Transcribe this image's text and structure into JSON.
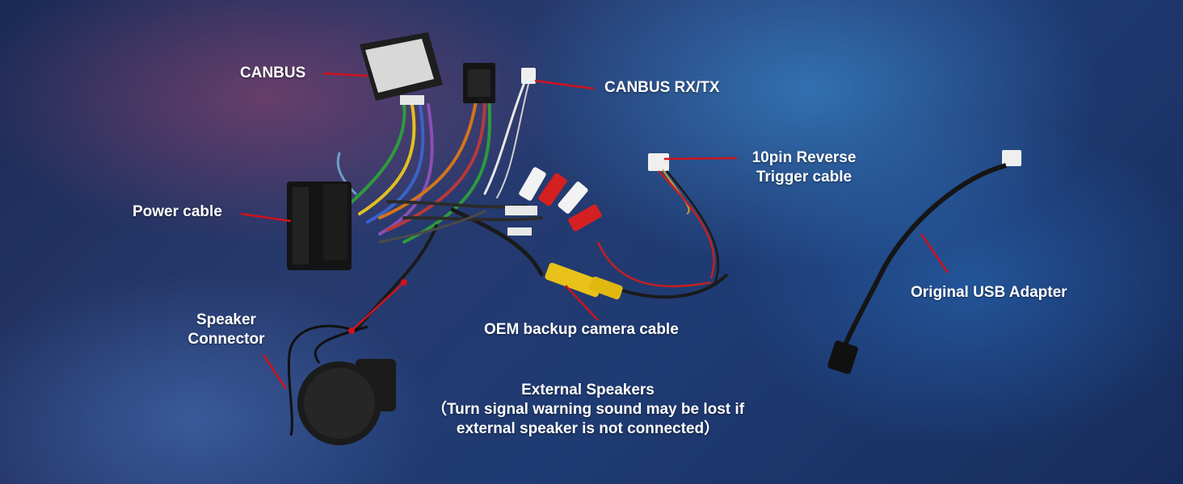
{
  "labels": {
    "canbus": "CANBUS",
    "canbus_rxtx": "CANBUS RX/TX",
    "reverse_trigger_line1": "10pin Reverse",
    "reverse_trigger_line2": "Trigger cable",
    "power_cable": "Power cable",
    "usb_adapter": "Original USB Adapter",
    "speaker_connector_line1": "Speaker",
    "speaker_connector_line2": "Connector",
    "oem_camera": "OEM backup camera cable",
    "external_speakers_title": "External Speakers",
    "external_speakers_note_line1": "（Turn signal warning sound may be lost if",
    "external_speakers_note_line2": "external speaker is not connected）"
  },
  "colors": {
    "leader_line": "#d0121b",
    "label_text": "#ffffff"
  }
}
